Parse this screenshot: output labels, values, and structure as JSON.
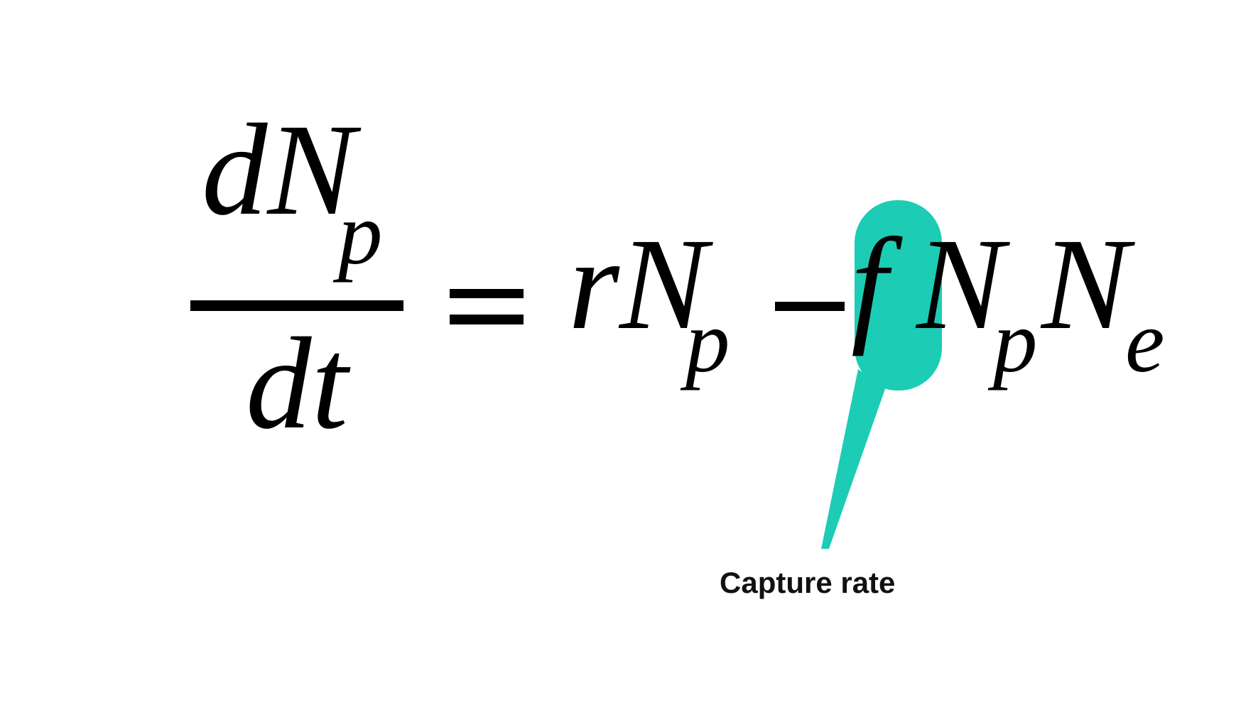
{
  "equation": {
    "latex": "\\frac{dN_p}{dt} = rN_p - fN_pN_e",
    "numerator": {
      "main": "dN",
      "sub": "p"
    },
    "denominator": {
      "main": "dt"
    },
    "equals": "=",
    "term1": {
      "main": "rN",
      "sub": "p"
    },
    "minus": "−",
    "term2": {
      "f": "f",
      "n1_main": "N",
      "n1_sub": "p",
      "n2_main": "N",
      "n2_sub": "e"
    }
  },
  "annotation": {
    "target": "f",
    "label": "Capture rate",
    "color": "#1DCCB5"
  }
}
